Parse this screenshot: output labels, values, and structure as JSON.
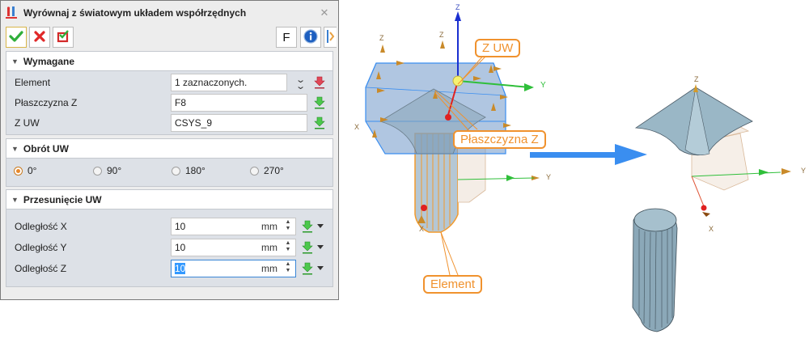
{
  "dialog": {
    "title": "Wyrównaj z światowym układem współrzędnych",
    "icons": {
      "title": "align-csys-icon",
      "close": "close-icon"
    },
    "toolbar": {
      "ok": "checkmark-icon",
      "cancel": "x-icon",
      "apply": "apply-check-icon",
      "filter_label": "F",
      "info": "info-icon",
      "more": "expand-icon"
    },
    "sections": {
      "required": {
        "title": "Wymagane",
        "rows": [
          {
            "label": "Element",
            "value": "1 zaznaczonych."
          },
          {
            "label": "Płaszczyzna Z",
            "value": "F8"
          },
          {
            "label": "Z UW",
            "value": "CSYS_9"
          }
        ]
      },
      "rotation": {
        "title": "Obrót UW",
        "options": [
          "0°",
          "90°",
          "180°",
          "270°"
        ],
        "selected": "0°"
      },
      "offset": {
        "title": "Przesunięcie UW",
        "rows": [
          {
            "label": "Odległość X",
            "value": "10",
            "unit": "mm"
          },
          {
            "label": "Odległość Y",
            "value": "10",
            "unit": "mm"
          },
          {
            "label": "Odległość Z",
            "value": "10",
            "unit": "mm"
          }
        ]
      }
    }
  },
  "view": {
    "callouts": {
      "zuw": "Z UW",
      "plane": "Płaszczyzna Z",
      "element": "Element"
    },
    "axes": {
      "x": "X",
      "y": "Y",
      "z": "Z"
    },
    "colors": {
      "callout": "#f0922e",
      "arrow": "#3a8ef0",
      "solid": "#8fb4c8",
      "box": "#6f98c8"
    }
  }
}
